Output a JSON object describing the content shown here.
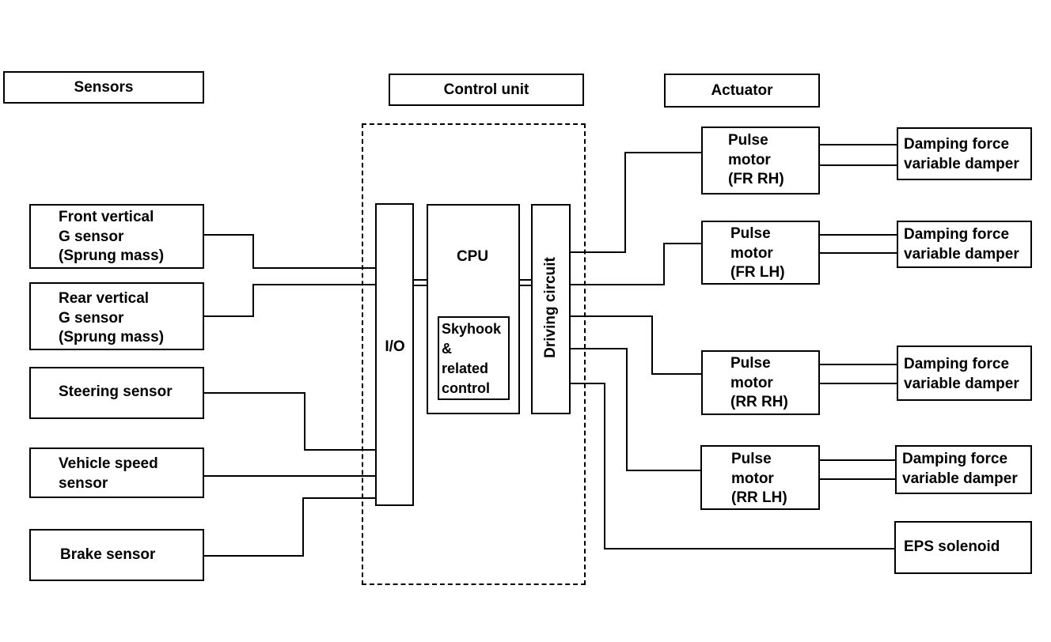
{
  "headers": {
    "sensors": "Sensors",
    "control_unit": "Control unit",
    "actuator": "Actuator"
  },
  "sensors": {
    "front_vertical_g": "Front vertical\nG sensor\n(Sprung mass)",
    "rear_vertical_g": "Rear vertical\nG sensor\n(Sprung mass)",
    "steering": "Steering sensor",
    "vehicle_speed": "Vehicle speed\nsensor",
    "brake": "Brake sensor"
  },
  "control_unit": {
    "io": "I/O",
    "cpu": "CPU",
    "skyhook": "Skyhook\n&\nrelated\ncontrol",
    "driving_circuit": "Driving circuit"
  },
  "actuators": {
    "motors": [
      "Pulse\nmotor\n(FR RH)",
      "Pulse\nmotor\n(FR LH)",
      "Pulse\nmotor\n(RR RH)",
      "Pulse\nmotor\n(RR LH)"
    ],
    "damper": "Damping force\nvariable damper",
    "eps_solenoid": "EPS solenoid"
  },
  "colors": {
    "line": "#000000",
    "background": "#ffffff"
  }
}
